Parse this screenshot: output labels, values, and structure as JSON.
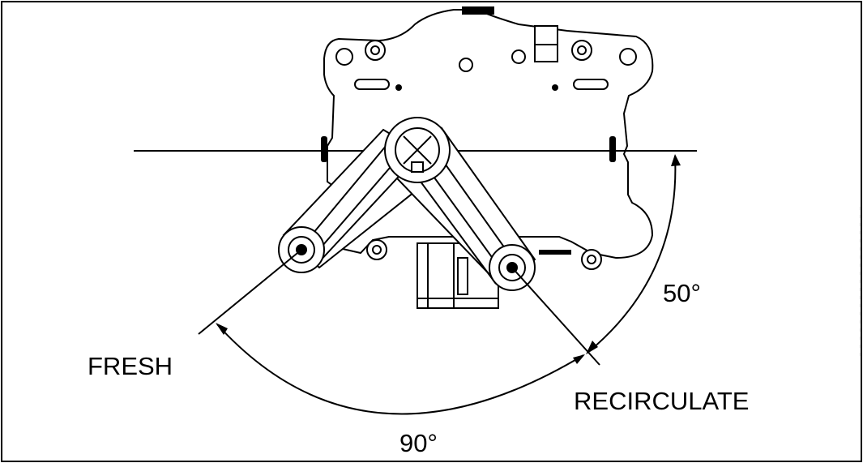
{
  "labels": {
    "fresh": "FRESH",
    "recirculate": "RECIRCULATE",
    "angle_recirculate": "50°",
    "angle_total": "90°"
  },
  "colors": {
    "line": "#000000",
    "background": "#ffffff"
  }
}
